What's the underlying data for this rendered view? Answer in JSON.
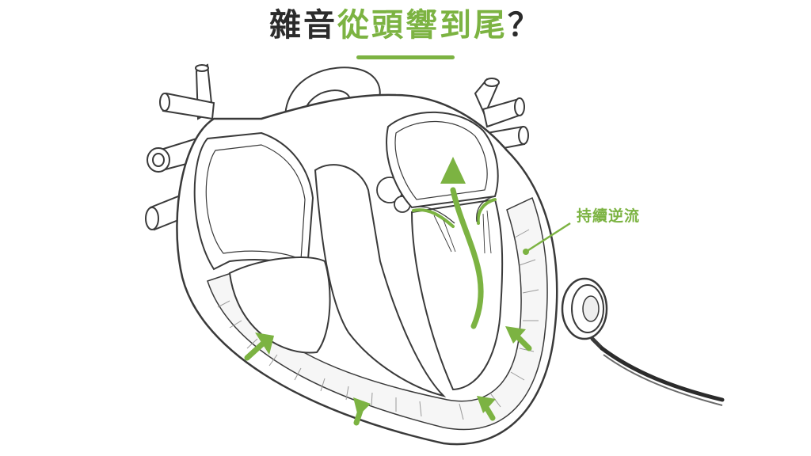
{
  "title": {
    "part1": "雜音",
    "part2": "從頭響到尾",
    "part3": "？"
  },
  "annotation": {
    "label": "持續逆流"
  },
  "colors": {
    "accent": "#7cb342",
    "line": "#3a3a3a",
    "text_dark": "#2b2b2b"
  },
  "icons": {
    "stethoscope": "stethoscope-icon",
    "arrows": "green-arrow-icon"
  }
}
